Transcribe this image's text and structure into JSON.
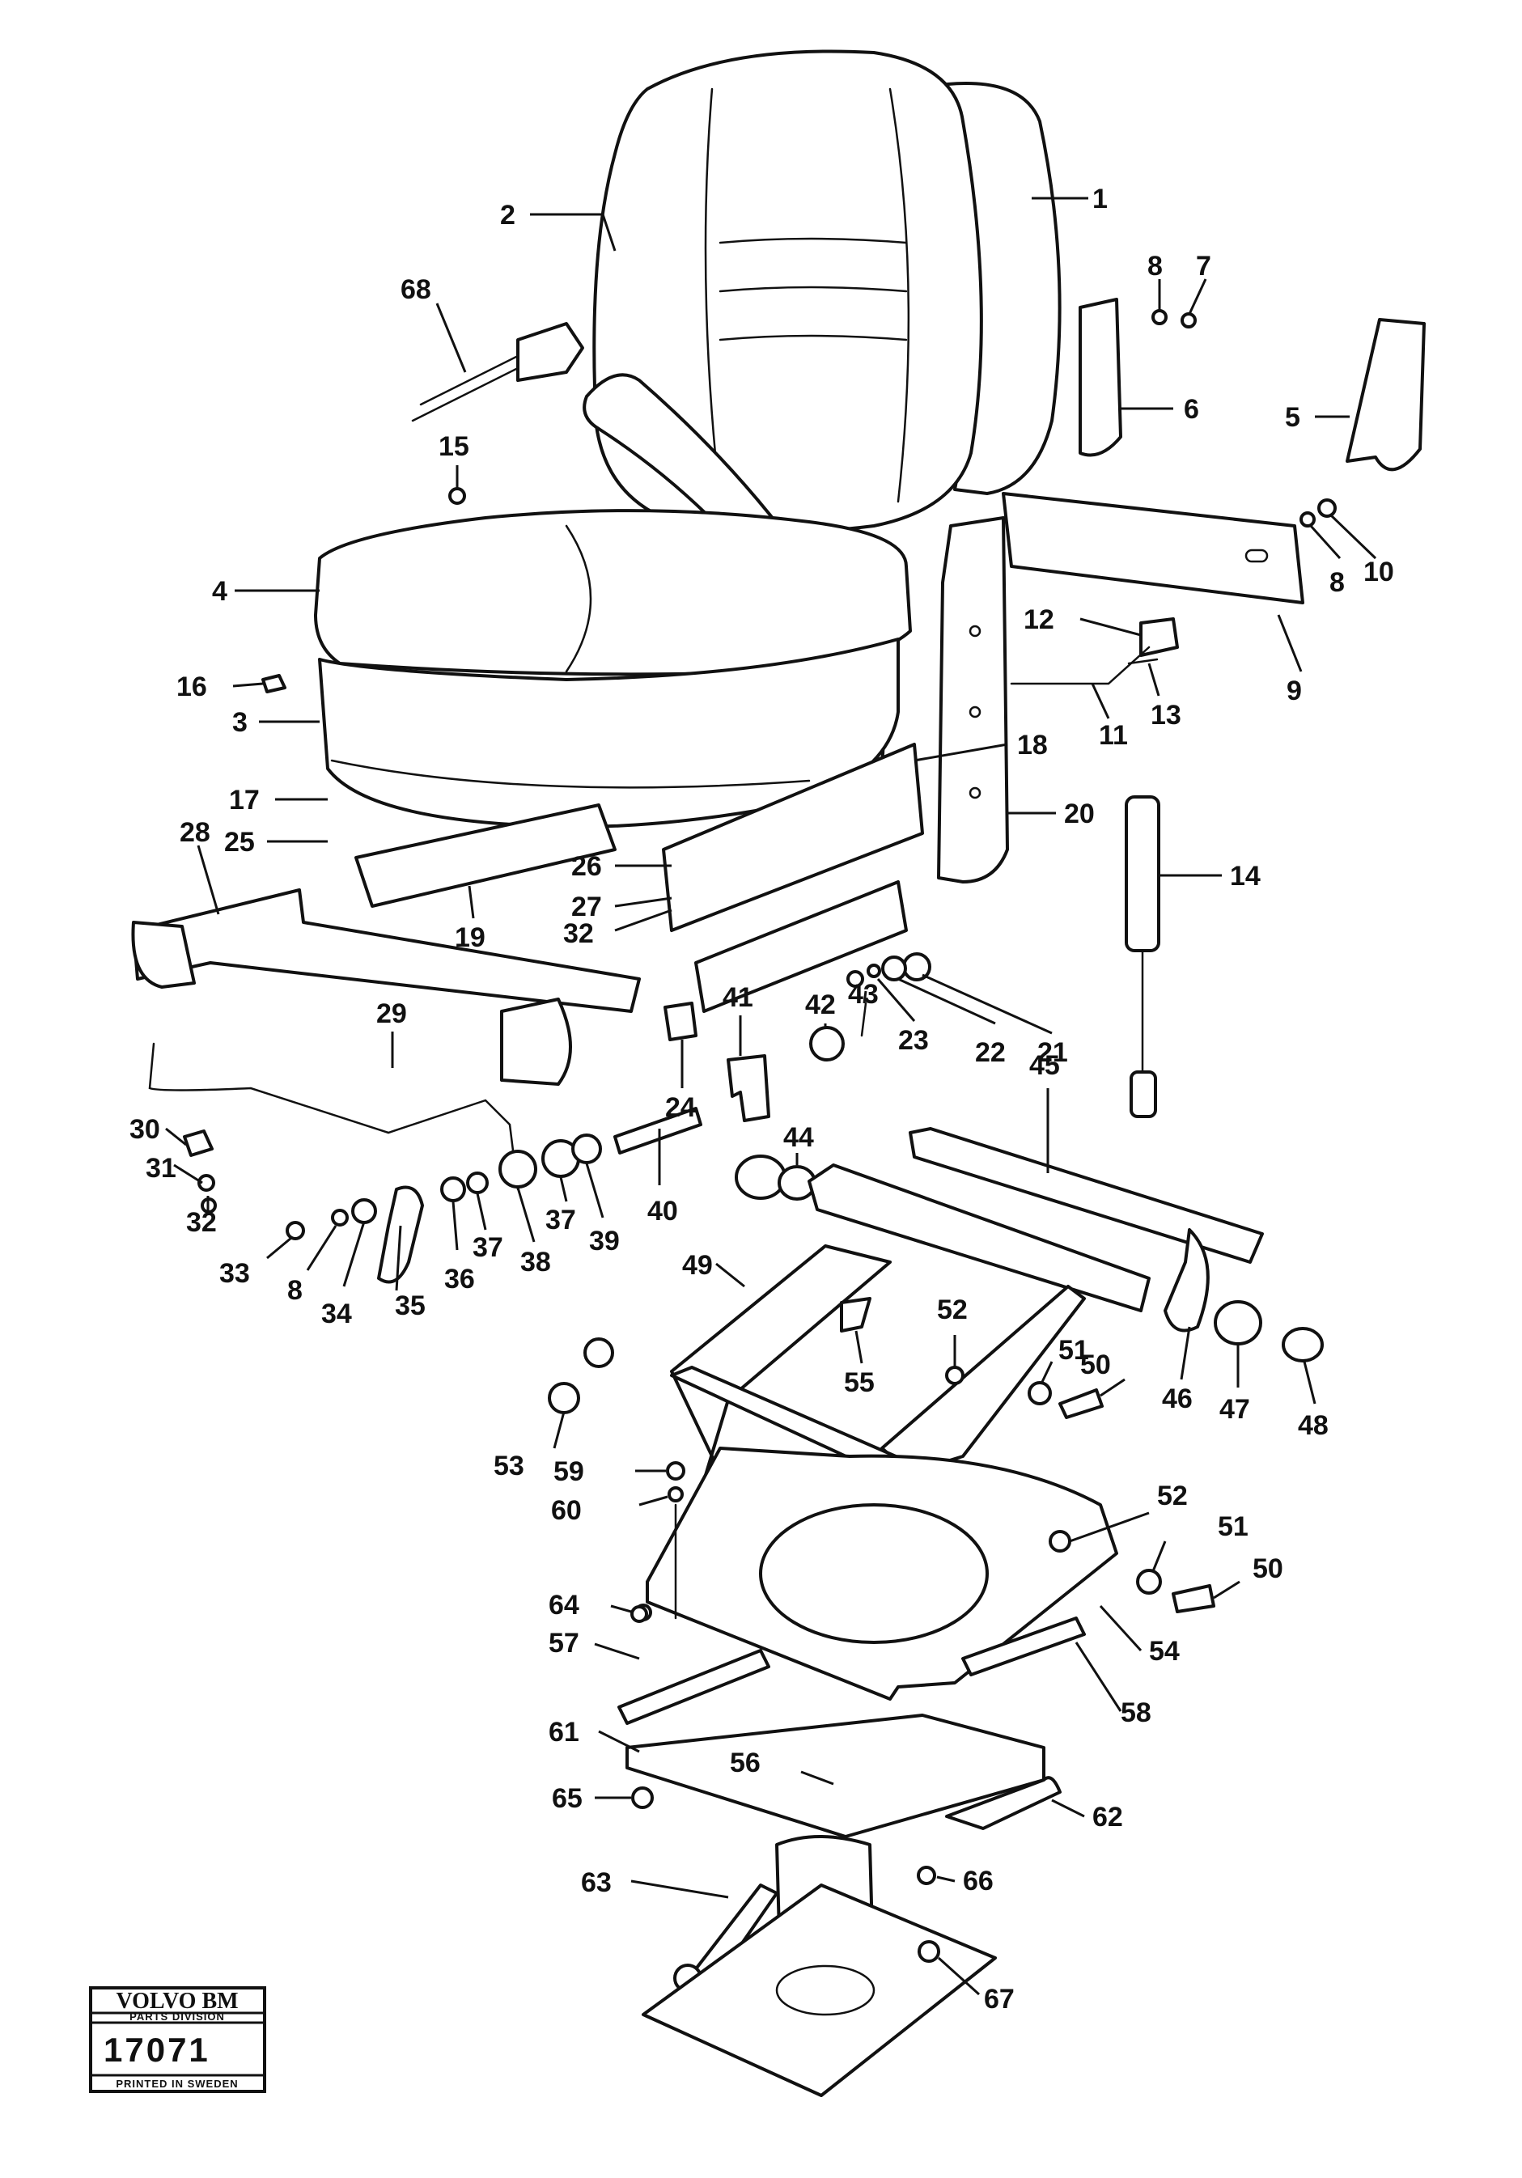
{
  "labels": {
    "p1": "1",
    "p2": "2",
    "p3": "3",
    "p4": "4",
    "p5": "5",
    "p6": "6",
    "p7": "7",
    "p8": "8",
    "p9": "9",
    "p10": "10",
    "p11": "11",
    "p12": "12",
    "p13": "13",
    "p14": "14",
    "p15": "15",
    "p16": "16",
    "p17": "17",
    "p18": "18",
    "p19": "19",
    "p20": "20",
    "p21": "21",
    "p22": "22",
    "p23": "23",
    "p24": "24",
    "p25": "25",
    "p26": "26",
    "p27": "27",
    "p28": "28",
    "p29": "29",
    "p30": "30",
    "p31": "31",
    "p32": "32",
    "p33": "33",
    "p34": "34",
    "p35": "35",
    "p36": "36",
    "p37": "37",
    "p38": "38",
    "p39": "39",
    "p40": "40",
    "p41": "41",
    "p42": "42",
    "p43": "43",
    "p44": "44",
    "p45": "45",
    "p46": "46",
    "p47": "47",
    "p48": "48",
    "p49": "49",
    "p50": "50",
    "p51": "51",
    "p52": "52",
    "p53": "53",
    "p54": "54",
    "p55": "55",
    "p56": "56",
    "p57": "57",
    "p58": "58",
    "p59": "59",
    "p60": "60",
    "p61": "61",
    "p62": "62",
    "p63": "63",
    "p64": "64",
    "p65": "65",
    "p66": "66",
    "p67": "67",
    "p68": "68"
  },
  "stamp": {
    "brand": "VOLVO BM",
    "division": "PARTS DIVISION",
    "code": "17071",
    "printed": "PRINTED IN SWEDEN"
  }
}
